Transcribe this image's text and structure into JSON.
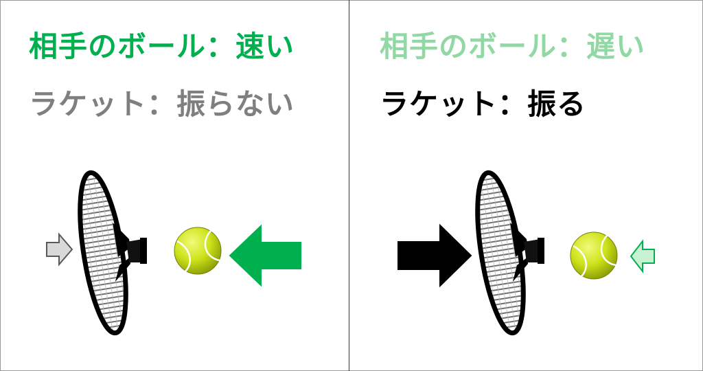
{
  "panels": [
    {
      "ball_text": "相手のボール：速い",
      "ball_color": "#00b04f",
      "racket_text": "ラケット：振らない",
      "racket_color": "#7f7f7f",
      "racket_arrow_fill": "#d9d9d9",
      "racket_arrow_stroke": "#595959",
      "ball_arrow_fill": "#00b04f",
      "ball_arrow_stroke": "#00b04f"
    },
    {
      "ball_text": "相手のボール：遅い",
      "ball_color": "#92d8a4",
      "racket_text": "ラケット：振る",
      "racket_color": "#000000",
      "racket_arrow_fill": "#000000",
      "racket_arrow_stroke": "#000000",
      "ball_arrow_fill": "#c8f0d2",
      "ball_arrow_stroke": "#00b04f"
    }
  ],
  "icons": {
    "racket": "tennis-racket-icon",
    "ball": "tennis-ball-icon",
    "arrow": "arrow-icon"
  }
}
